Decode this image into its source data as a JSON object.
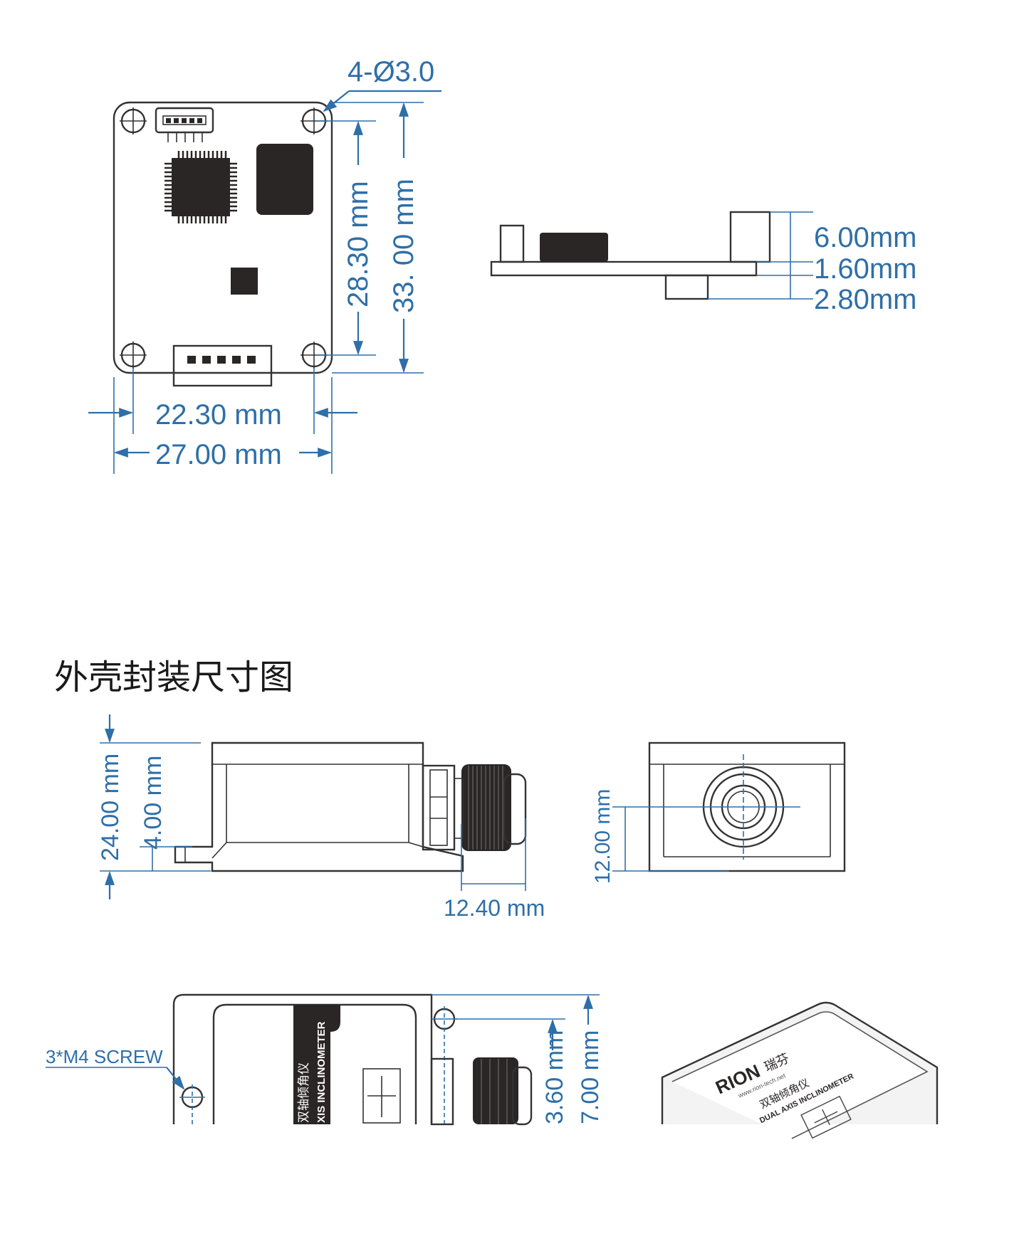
{
  "board": {
    "hole_spec": "4-Ø3.0",
    "height_inner": "28.30 mm",
    "height_outer": "33. 00 mm",
    "width_inner": "22.30 mm",
    "width_outer": "27.00 mm"
  },
  "side": {
    "dim_top": "6.00mm",
    "dim_mid": "1.60mm",
    "dim_bottom": "2.80mm"
  },
  "section_title": "外壳封装尺寸图",
  "housing_side": {
    "height_total": "24.00 mm",
    "height_flange": "4.00 mm",
    "gland_length": "12.40 mm"
  },
  "housing_end": {
    "center_height": "12.00 mm"
  },
  "housing_top": {
    "screw_note": "3*M4 SCREW",
    "label_cn": "双轴倾角仪",
    "label_en": "XIS INCLINOMETER",
    "dim_inner": "3.60 mm",
    "dim_outer": "7.00 mm"
  },
  "photo": {
    "brand": "RION",
    "brand_cn": "瑞芬",
    "website": "www.rion-tech.net",
    "label_cn": "双轴倾角仪",
    "label_en": "DUAL AXIS INCLINOMETER"
  }
}
